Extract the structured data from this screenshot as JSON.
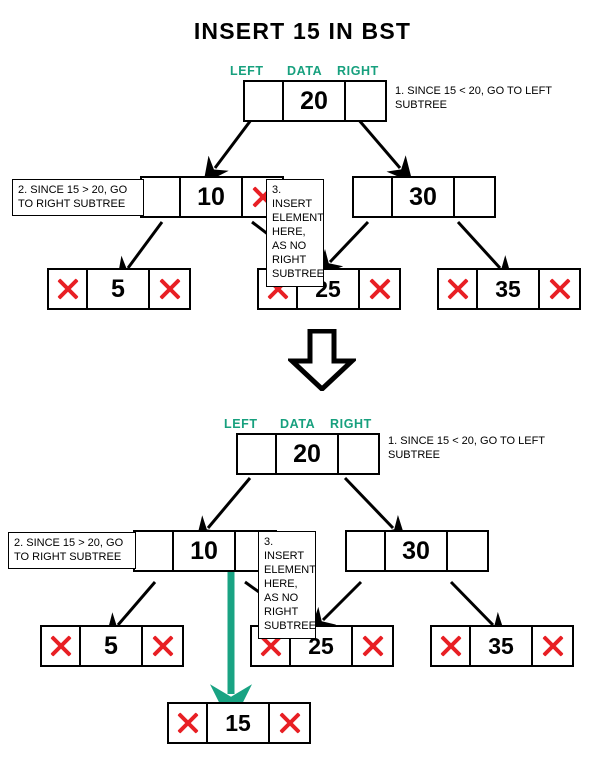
{
  "title": "INSERT 15 IN BST",
  "colors": {
    "header_label": "#17a07e",
    "null_x": "#e81f24",
    "insert_arrow": "#19a383",
    "outline": "#000000"
  },
  "column_headers": {
    "left": "LEFT",
    "data": "DATA",
    "right": "RIGHT"
  },
  "annotations": {
    "step1": "1. SINCE 15 < 20, GO TO LEFT SUBTREE",
    "step2": "2. SINCE 15 > 20, GO TO RIGHT SUBTREE",
    "step3": "3. INSERT ELEMENT HERE, AS NO RIGHT SUBTREE"
  },
  "diagrams": [
    {
      "name": "before-insert",
      "nodes": [
        {
          "id": "root-20",
          "value": "20",
          "left": "empty",
          "right": "empty"
        },
        {
          "id": "node-10",
          "value": "10",
          "left": "empty",
          "right": "null"
        },
        {
          "id": "node-30",
          "value": "30",
          "left": "empty",
          "right": "empty"
        },
        {
          "id": "node-5",
          "value": "5",
          "left": "null",
          "right": "null"
        },
        {
          "id": "node-25",
          "value": "25",
          "left": "null",
          "right": "null"
        },
        {
          "id": "node-35",
          "value": "35",
          "left": "null",
          "right": "null"
        }
      ]
    },
    {
      "name": "after-insert",
      "nodes": [
        {
          "id": "root-20",
          "value": "20",
          "left": "empty",
          "right": "empty"
        },
        {
          "id": "node-10",
          "value": "10",
          "left": "empty",
          "right": "empty"
        },
        {
          "id": "node-30",
          "value": "30",
          "left": "empty",
          "right": "empty"
        },
        {
          "id": "node-5",
          "value": "5",
          "left": "null",
          "right": "null"
        },
        {
          "id": "node-25",
          "value": "25",
          "left": "null",
          "right": "null"
        },
        {
          "id": "node-35",
          "value": "35",
          "left": "null",
          "right": "null"
        },
        {
          "id": "node-15",
          "value": "15",
          "left": "null",
          "right": "null"
        }
      ]
    }
  ]
}
